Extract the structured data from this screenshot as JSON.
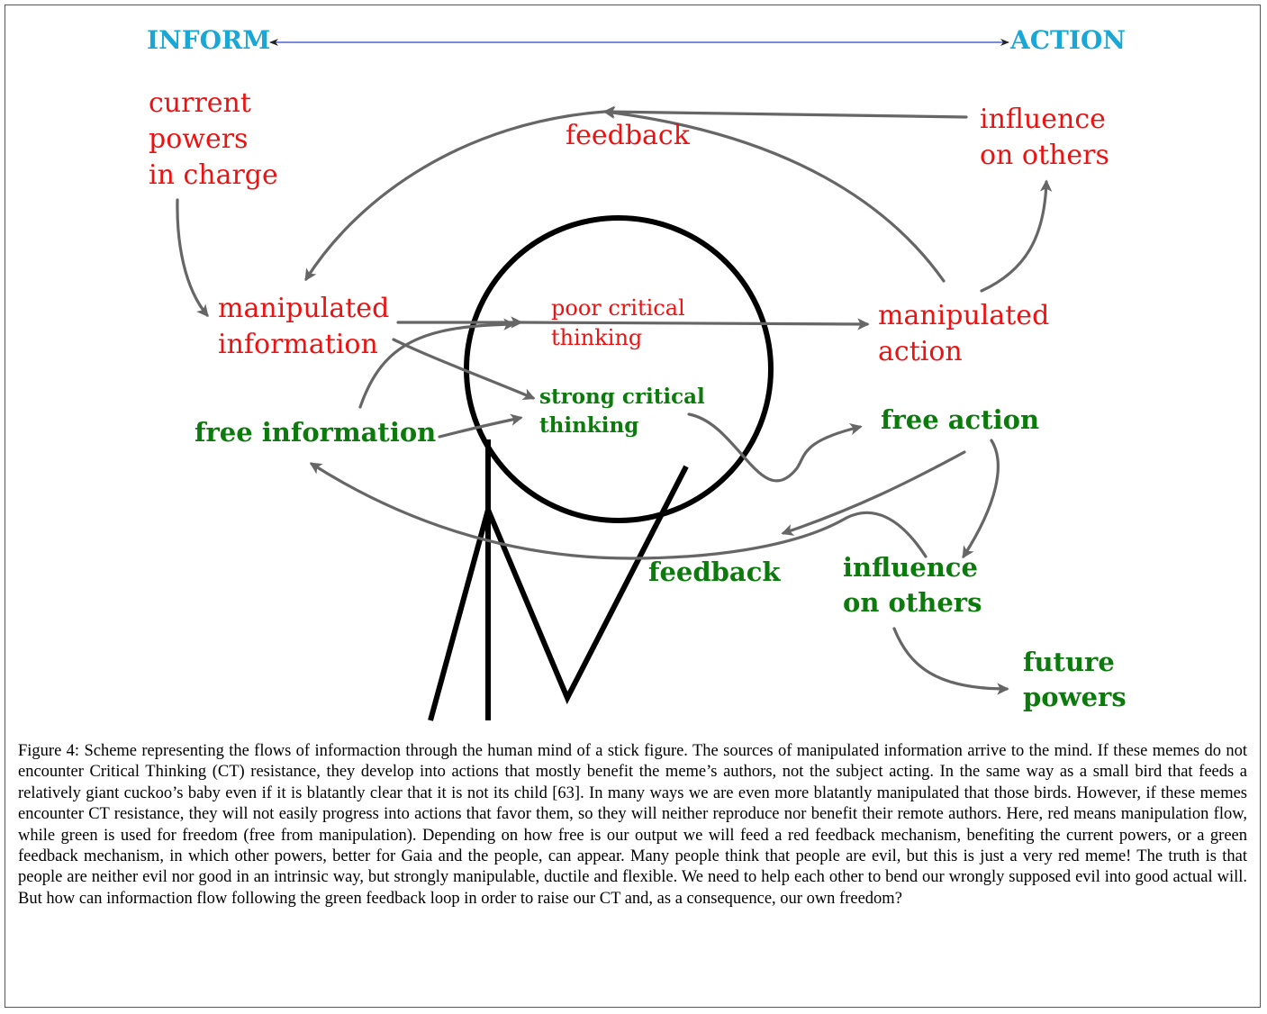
{
  "top_axis": {
    "left": "INFORM",
    "right": "ACTION"
  },
  "labels": {
    "current_powers": [
      "current",
      "powers",
      "in charge"
    ],
    "feedback_red": "feedback",
    "influence_red": [
      "influence",
      "on others"
    ],
    "manipulated_information": [
      "manipulated",
      "information"
    ],
    "poor_critical_thinking": [
      "poor critical",
      "thinking"
    ],
    "manipulated_action": [
      "manipulated",
      "action"
    ],
    "strong_critical_thinking": [
      "strong critical",
      "thinking"
    ],
    "free_information": "free information",
    "free_action": "free action",
    "feedback_green": "feedback",
    "influence_green": [
      "influence",
      "on others"
    ],
    "future_powers": [
      "future",
      "powers"
    ]
  },
  "colors": {
    "manipulation": "#ee1111",
    "freedom": "#0d7a0d",
    "axis": "#1aa7d6",
    "arrow": "#666666"
  },
  "caption": "Figure 4: Scheme representing the flows of informaction through the human mind of a stick figure. The sources of manipulated information arrive to the mind. If these memes do not encounter Critical Thinking (CT) resistance, they develop into actions that mostly benefit the meme’s authors, not the subject acting. In the same way as a small bird that feeds a relatively giant cuckoo’s baby even if it is blatantly clear that it is not its child [63]. In many ways we are even more blatantly manipulated that those birds. However, if these memes encounter CT resistance, they will not easily progress into actions that favor them, so they will neither reproduce nor benefit their remote authors. Here, red means manipulation flow, while green is used for freedom (free from manipulation). Depending on how free is our output we will feed a red feedback mechanism, benefiting the current powers, or a green feedback mechanism, in which other powers, better for Gaia and the people, can appear. Many people think that people are evil, but this is just a very red meme! The truth is that people are neither evil nor good in an intrinsic way, but strongly manipulable, ductile and flexible. We need to help each other to bend our wrongly supposed evil into good actual will. But how can informaction flow following the green feedback loop in order to raise our CT and, as a consequence, our own freedom?"
}
